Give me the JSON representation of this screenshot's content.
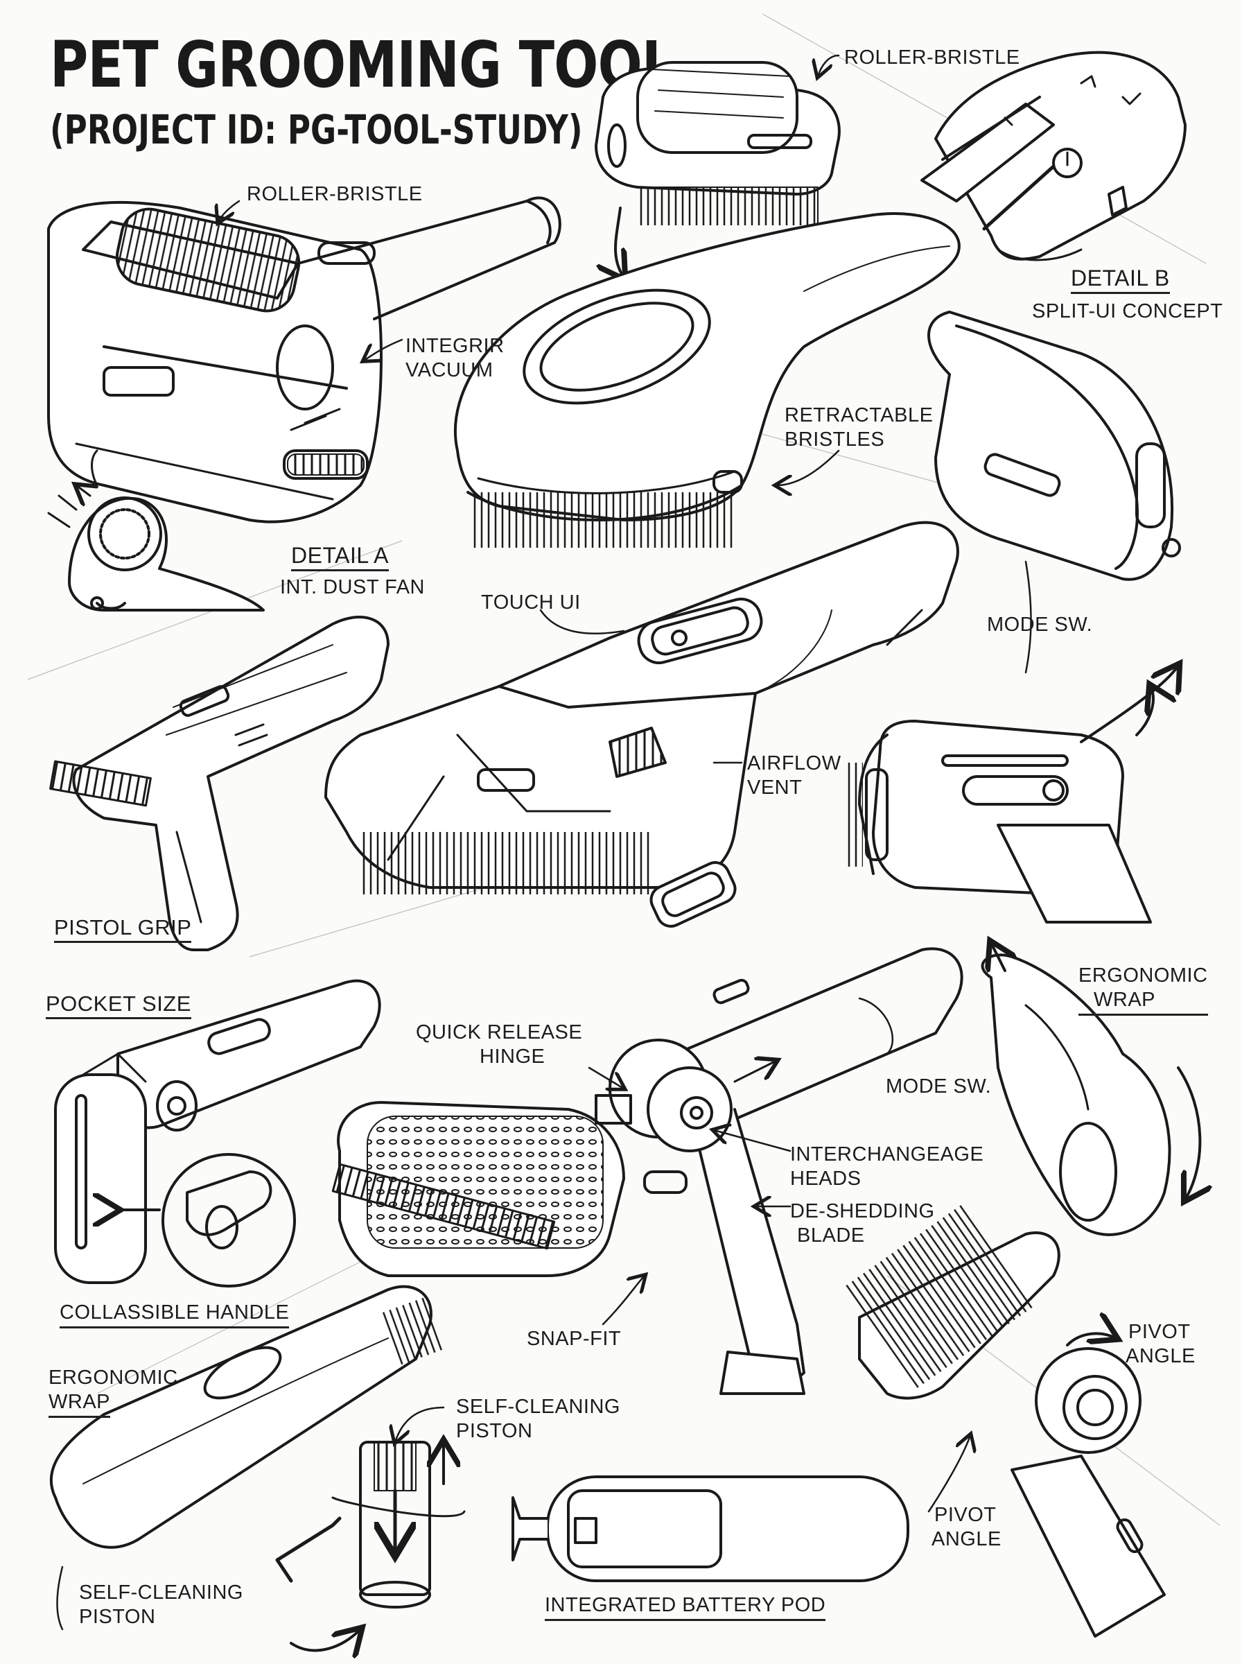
{
  "header": {
    "title": "PET GROOMING TOOL",
    "subtitle": "(PROJECT ID: PG-TOOL-STUDY)"
  },
  "labels": {
    "roller_bristle_top": "ROLLER-BRISTLE",
    "roller_bristle_left": "ROLLER-BRISTLE",
    "integrir_vacuum": [
      "INTEGRIR",
      "VACUUM"
    ],
    "detail_b": "DETAIL B",
    "split_ui": "SPLIT-UI CONCEPT",
    "retractable_bristles": [
      "RETRACTABLE",
      "BRISTLES"
    ],
    "detail_a": "DETAIL A",
    "int_dust_fan": "INT. DUST FAN",
    "touch_ui": "TOUCH UI",
    "mode_sw_upper": "MODE SW.",
    "airflow_vent": [
      "AIRFLOW",
      "VENT"
    ],
    "pistol_grip": "PISTOL GRIP",
    "pocket_size": "POCKET SIZE",
    "quick_release_hinge": [
      "QUICK RELEASE",
      "HINGE"
    ],
    "mode_sw_lower": "MODE SW.",
    "ergonomic_wrap_right": [
      "ERGONOMIC",
      "WRAP"
    ],
    "interchangeable_heads": [
      "INTERCHANGEAGE",
      "HEADS"
    ],
    "de_shedding_blade": [
      "DE-SHEDDING",
      "BLADE"
    ],
    "collapsible_handle": "COLLASSIBLE HANDLE",
    "snap_fit": "SNAP-FIT",
    "pivot_angle_upper": [
      "PIVOT",
      "ANGLE"
    ],
    "ergonomic_wrap_left": [
      "ERGONOMIC",
      "WRAP"
    ],
    "self_cleaning_piston_upper": [
      "SELF-CLEANING",
      "PISTON"
    ],
    "pivot_angle_lower": [
      "PIVOT",
      "ANGLE"
    ],
    "self_cleaning_piston_lower": [
      "SELF-CLEANING",
      "PISTON"
    ],
    "integrated_battery_pod": "INTEGRATED BATTERY POD"
  },
  "colors": {
    "ink": "#1a1a1a",
    "paper": "#fbfbf9",
    "shade": "#e9e9e6"
  }
}
